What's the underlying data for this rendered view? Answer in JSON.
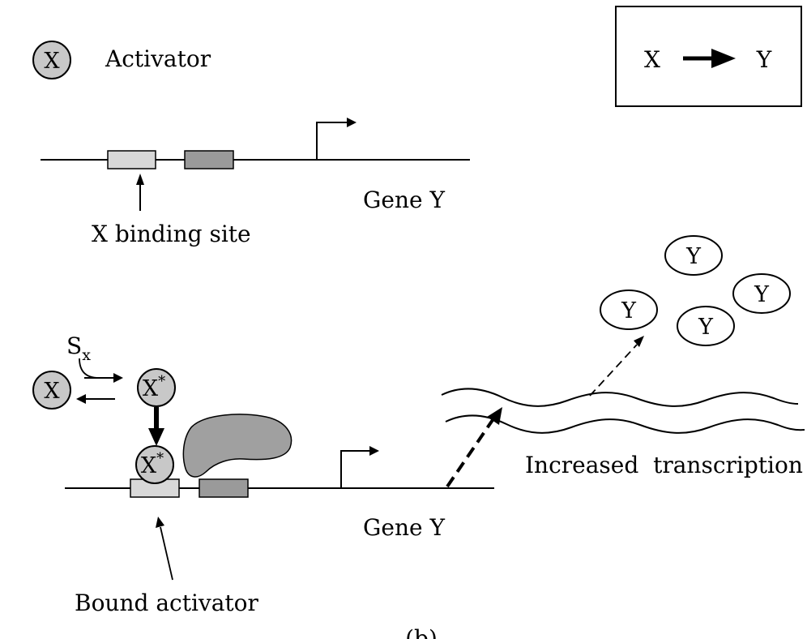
{
  "legend": {
    "activator_symbol": "X",
    "activator_label": "Activator",
    "box_from": "X",
    "box_to": "Y"
  },
  "top_panel": {
    "binding_site_label": "X binding site",
    "gene_label": "Gene Y"
  },
  "bottom_panel": {
    "signal": "S",
    "signal_subscript": "x",
    "free_activator": "X",
    "active_activator": "X",
    "active_superscript": "*",
    "bound_activator_symbol": "X",
    "bound_activator_label": "Bound activator",
    "gene_label": "Gene Y",
    "transcription_label": "Increased  transcription",
    "proteins": [
      "Y",
      "Y",
      "Y",
      "Y"
    ],
    "panel_caption": "(b)"
  },
  "colors": {
    "activator_fill": "#c8c8c8",
    "binding_site_fill": "#d8d8d8",
    "promoter_fill": "#9a9a9a",
    "polymerase_fill": "#a0a0a0",
    "line": "#000000"
  }
}
